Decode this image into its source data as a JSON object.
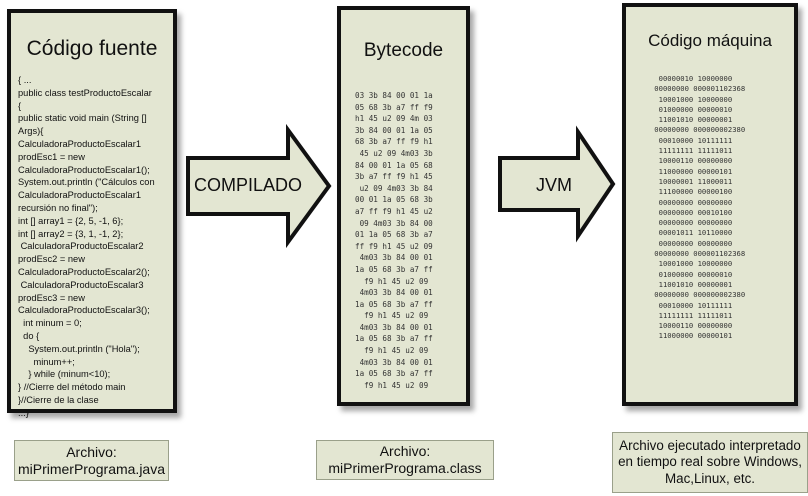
{
  "source_box": {
    "title": "Código fuente",
    "lines": [
      "{ ...",
      "public class testProductoEscalar",
      "{",
      "public static void main (String []",
      "Args){",
      "CalculadoraProductoEscalar1",
      "prodEsc1 = new",
      "CalculadoraProductoEscalar1();",
      "System.out.println (\"Cálculos con",
      "CalculadoraProductoEscalar1",
      "recursión no final\");",
      "int [] array1 = {2, 5, -1, 6};",
      "int [] array2 = {3, 1, -1, 2};",
      " CalculadoraProductoEscalar2",
      "prodEsc2 = new",
      "CalculadoraProductoEscalar2();",
      " CalculadoraProductoEscalar3",
      "prodEsc3 = new",
      "CalculadoraProductoEscalar3();",
      "  int minum = 0;",
      "  do {",
      "    System.out.println (\"Hola\");",
      "      minum++;",
      "    } while (minum<10);",
      "} //Cierre del método main",
      "}//Cierre de la clase",
      "...}"
    ]
  },
  "bytecode_box": {
    "title": "Bytecode",
    "lines": [
      "03 3b 84 00 01 1a",
      "05 68 3b a7 ff f9",
      "h1 45 u2 09 4m 03",
      "3b 84 00 01 1a 05",
      "68 3b a7 ff f9 h1",
      " 45 u2 09 4m03 3b",
      "84 00 01 1a 05 68",
      "3b a7 ff f9 h1 45",
      " u2 09 4m03 3b 84",
      "00 01 1a 05 68 3b",
      "a7 ff f9 h1 45 u2",
      " 09 4m03 3b 84 00",
      "01 1a 05 68 3b a7",
      "ff f9 h1 45 u2 09",
      " 4m03 3b 84 00 01",
      "1a 05 68 3b a7 ff",
      "  f9 h1 45 u2 09",
      " 4m03 3b 84 00 01",
      "1a 05 68 3b a7 ff",
      "  f9 h1 45 u2 09",
      " 4m03 3b 84 00 01",
      "1a 05 68 3b a7 ff",
      "  f9 h1 45 u2 09",
      " 4m03 3b 84 00 01",
      "1a 05 68 3b a7 ff",
      "  f9 h1 45 u2 09"
    ]
  },
  "machine_box": {
    "title": "Código máquina",
    "lines": [
      "     00000010 10000000",
      "    00000000 000001102368",
      "     10001000 10000000",
      "     01000000 00000010",
      "     11001010 00000001",
      "    00000000 000000002380",
      "     00010000 10111111",
      "     11111111 11111011",
      "     10000110 00000000",
      "     11000000 00000101",
      "     10000001 11000011",
      "     11100000 00000100",
      "     00000000 00000000",
      "     00000000 00010100",
      "     00000000 00000000",
      "     00001011 10110000",
      "     00000000 00000000",
      "    00000000 000001102368",
      "     10001000 10000000",
      "     01000000 00000010",
      "     11001010 00000001",
      "    00000000 000000002380",
      "     00010000 10111111",
      "     11111111 11111011",
      "     10000110 00000000",
      "     11000000 00000101"
    ]
  },
  "arrows": {
    "compile_label": "COMPILADO",
    "jvm_label": "JVM"
  },
  "captions": {
    "source": [
      "Archivo:",
      "miPrimerPrograma.java"
    ],
    "bytecode": [
      "Archivo:",
      "miPrimerPrograma.class"
    ],
    "machine": [
      "Archivo ejecutado interpretado",
      "en tiempo real sobre Windows,",
      "Mac,Linux, etc."
    ]
  },
  "colors": {
    "panel_fill": "#e3e6d2",
    "border": "#111111"
  }
}
